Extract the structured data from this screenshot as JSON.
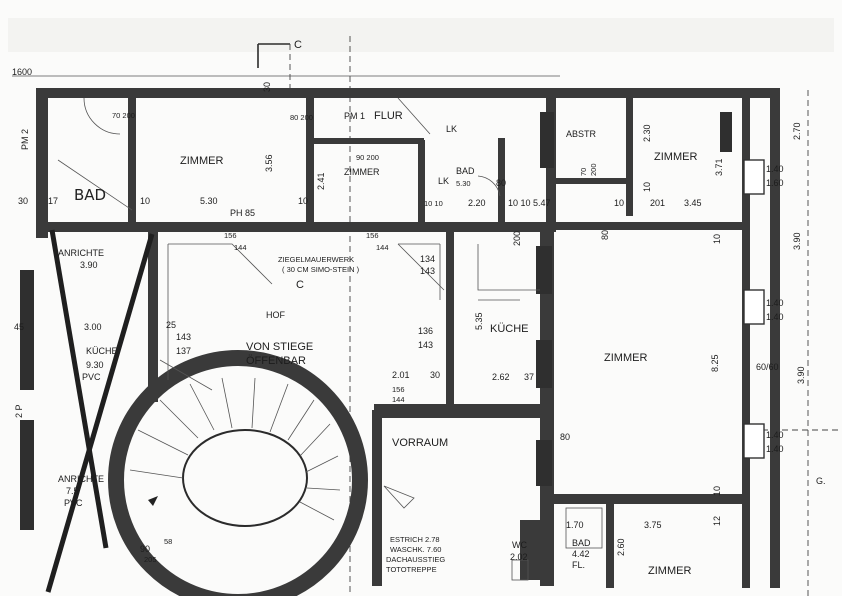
{
  "section_marks": {
    "c_top": "C",
    "c_mid": "C",
    "g_right": "G."
  },
  "edge": {
    "left_top_dim": "1600",
    "left_vert_code": "PM 2",
    "left_lower_code": "2 P"
  },
  "rooms": {
    "bad_tl": "BAD",
    "zimmer_1": "ZIMMER",
    "flur": "FLUR",
    "pm1": "PM 1",
    "lk_1": "LK",
    "zimmer_2": "ZIMMER",
    "lk_2": "LK",
    "bad_2": "BAD",
    "bad_2_area": "5.30",
    "abstr": "ABSTR",
    "zimmer_3": "ZIMMER",
    "anrichte_1": "ANRICHTE",
    "anrichte_1_area": "3.90",
    "kueche_1": "KÜCHE",
    "kueche_1_area": "9.30",
    "kueche_1_floor": "PVC",
    "hof": "HOF",
    "von_stiege_1": "VON STIEGE",
    "von_stiege_2": "ÖFFENBAR",
    "ziegel_1": "ZIEGELMAUERWERK",
    "ziegel_2": "( 30 CM SIMO-STEIN )",
    "kueche_2": "KÜCHE",
    "zimmer_4": "ZIMMER",
    "vorraum": "VORRAUM",
    "anrichte_2": "ANRICHTE",
    "anrichte_2_area": "7.5",
    "anrichte_2_floor": "PVC",
    "estrich": "ESTRICH 2.78",
    "waschk": "WASCHK. 7.60",
    "dachausstieg": "DACHAUSSTIEG",
    "tottreppe": "TOTOTREPPE",
    "wc": "WC",
    "wc_area": "2.02",
    "bad_3": "BAD",
    "bad_3_area": "4.42",
    "bad_3_floor": "FL.",
    "zimmer_5": "ZIMMER"
  },
  "dims": {
    "d_530": "5.30",
    "d_ph85": "PH 85",
    "d_10a": "10",
    "d_10b": "10",
    "d_17": "17",
    "d_30a": "30",
    "d_356": "3.56",
    "d_30b": "30",
    "d_241": "2.41",
    "d_220": "2.20",
    "d_1010547": "10 10 5.47",
    "d_230": "2.30",
    "d_371": "3.71",
    "d_345": "3.45",
    "d_10c": "10",
    "d_80a": "80",
    "d_201": "201",
    "d_270": "2.70",
    "d_390a": "3.90",
    "d_390b": "3.90",
    "d_825": "8.25",
    "d_6060": "60/60",
    "d_140a": "1.40",
    "d_160a": "1.60",
    "d_140b": "1.40",
    "d_140c": "1.40",
    "d_140d": "1.40",
    "d_140e": "1.40",
    "d_143a": "143",
    "d_137": "137",
    "d_25": "25",
    "d_300": "3.00",
    "d_45": "45",
    "d_156a": "156",
    "d_144a": "144",
    "d_156b": "156",
    "d_144b": "144",
    "d_134": "134",
    "d_143b": "143",
    "d_136": "136",
    "d_143c": "143",
    "d_201b": "2.01",
    "d_30c": "30",
    "d_156c": "156",
    "d_144c": "144",
    "d_535": "5.35",
    "d_262": "2.62",
    "d_37": "37",
    "d_10d": "10",
    "d_170": "1.70",
    "d_375": "3.75",
    "d_260": "2.60",
    "d_12": "12",
    "d_10e": "10",
    "d_90": "90",
    "d_205": "205",
    "d_58": "58",
    "d_200": "200",
    "d_80b": "80",
    "d_80c": "80",
    "d_70_200": "70 200",
    "d_80_200": "80 200",
    "d_90_200": "90 200",
    "d_70": "70",
    "d_200b": "200",
    "d_10_105": "10 10",
    "d_10f": "10",
    "d_80d": "80"
  }
}
